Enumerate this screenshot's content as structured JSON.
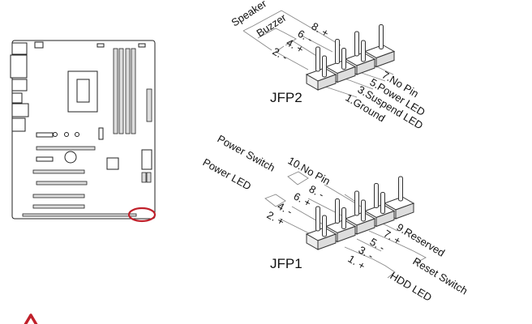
{
  "jfp2": {
    "title": "JFP2",
    "groups": [
      "Speaker",
      "Buzzer"
    ],
    "top_pins": [
      "8. +",
      "6. -",
      "4. +",
      "2. -"
    ],
    "bottom_pins": [
      "7.No Pin",
      "5.Power LED",
      "3.Suspend LED",
      "1.Ground"
    ]
  },
  "jfp1": {
    "title": "JFP1",
    "top_groups": [
      "Power Switch",
      "Power LED"
    ],
    "top_pins": [
      "10.No Pin",
      "8. -",
      "6. +",
      "4. -",
      "2. +"
    ],
    "bottom_pins": [
      "9.Reserved",
      "7. +",
      "5. -",
      "3. -",
      "1. +"
    ],
    "bottom_groups": [
      "Reset Switch",
      "HDD LED"
    ]
  },
  "colors": {
    "highlight": "#c0202a",
    "warning": "#c0202a"
  }
}
